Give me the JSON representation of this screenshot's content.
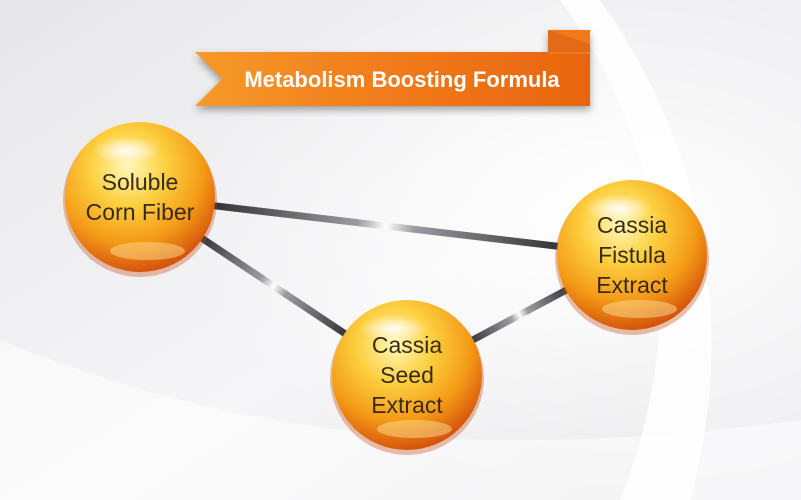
{
  "banner": {
    "title": "Metabolism Boosting Formula"
  },
  "nodes": [
    {
      "id": "soluble-corn-fiber",
      "lines": [
        "Soluble",
        "Corn Fiber"
      ]
    },
    {
      "id": "cassia-seed-extract",
      "lines": [
        "Cassia",
        "Seed",
        "Extract"
      ]
    },
    {
      "id": "cassia-fistula-extract",
      "lines": [
        "Cassia",
        "Fistula",
        "Extract"
      ]
    }
  ],
  "connections": [
    {
      "from": "soluble-corn-fiber",
      "to": "cassia-fistula-extract"
    },
    {
      "from": "soluble-corn-fiber",
      "to": "cassia-seed-extract"
    },
    {
      "from": "cassia-seed-extract",
      "to": "cassia-fistula-extract"
    }
  ],
  "colors": {
    "banner_orange": "#f27a1a",
    "banner_dark": "#c2500c",
    "banner_text": "#ffffff",
    "sphere_light": "#fff3a8",
    "sphere_mid": "#f7a418",
    "sphere_dark": "#d9560d",
    "sphere_text": "#3a2a1a",
    "connector_dark": "#2f2f33"
  }
}
